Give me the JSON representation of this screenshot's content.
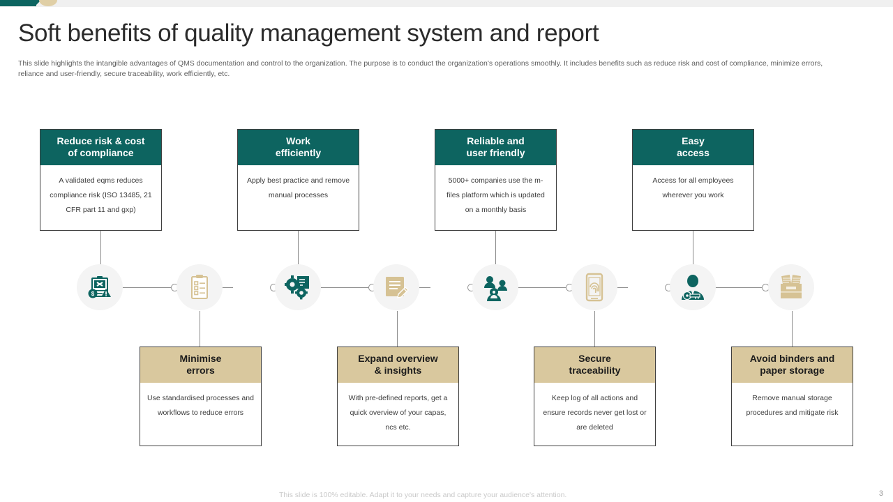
{
  "slide": {
    "title": "Soft benefits of quality management system and report",
    "subtitle": "This slide highlights the intangible advantages of QMS documentation and control to the organization. The purpose is to conduct the organization's operations smoothly. It includes benefits such as reduce risk and cost of compliance, minimize errors, reliance and user-friendly, secure traceability, work efficiently,  etc.",
    "footer_note": "This slide is 100% editable. Adapt it to your needs and capture your audience's attention.",
    "page_number": "3"
  },
  "colors": {
    "teal": "#0d6460",
    "tan": "#d9c89e",
    "icon_tan": "#d6c294",
    "circle_bg": "#f4f4f4",
    "line": "#8f8f8f",
    "title_text": "#2b2b2b",
    "body_text": "#3c3c3c"
  },
  "top_cards": [
    {
      "title_line1": "Reduce risk & cost",
      "title_line2": "of compliance",
      "body": "A validated eqms reduces compliance risk (ISO 13485, 21 CFR part 11 and gxp)"
    },
    {
      "title_line1": "Work",
      "title_line2": "efficiently",
      "body": "Apply best practice and remove manual processes"
    },
    {
      "title_line1": "Reliable and",
      "title_line2": "user friendly",
      "body": "5000+ companies use the m-files platform which is updated on a monthly basis"
    },
    {
      "title_line1": "Easy",
      "title_line2": "access",
      "body": "Access for all employees wherever you work"
    }
  ],
  "bottom_cards": [
    {
      "title_line1": "Minimise",
      "title_line2": "errors",
      "body": "Use standardised processes and workflows to reduce errors"
    },
    {
      "title_line1": "Expand overview",
      "title_line2": "& insights",
      "body": "With pre-defined reports, get a quick overview of your capas, ncs etc."
    },
    {
      "title_line1": "Secure",
      "title_line2": "traceability",
      "body": "Keep log of all actions and ensure records never get lost or are deleted"
    },
    {
      "title_line1": "Avoid binders and",
      "title_line2": "paper storage",
      "body": "Remove manual storage procedures and mitigate risk"
    }
  ],
  "timeline_icons": [
    {
      "name": "clipboard-risk-cost-icon",
      "tone": "teal"
    },
    {
      "name": "checklist-clipboard-icon",
      "tone": "tan"
    },
    {
      "name": "gears-document-icon",
      "tone": "teal"
    },
    {
      "name": "document-pencil-icon",
      "tone": "tan"
    },
    {
      "name": "people-group-icon",
      "tone": "teal"
    },
    {
      "name": "mobile-fingerprint-icon",
      "tone": "tan"
    },
    {
      "name": "person-key-icon",
      "tone": "teal"
    },
    {
      "name": "file-box-icon",
      "tone": "tan"
    }
  ]
}
